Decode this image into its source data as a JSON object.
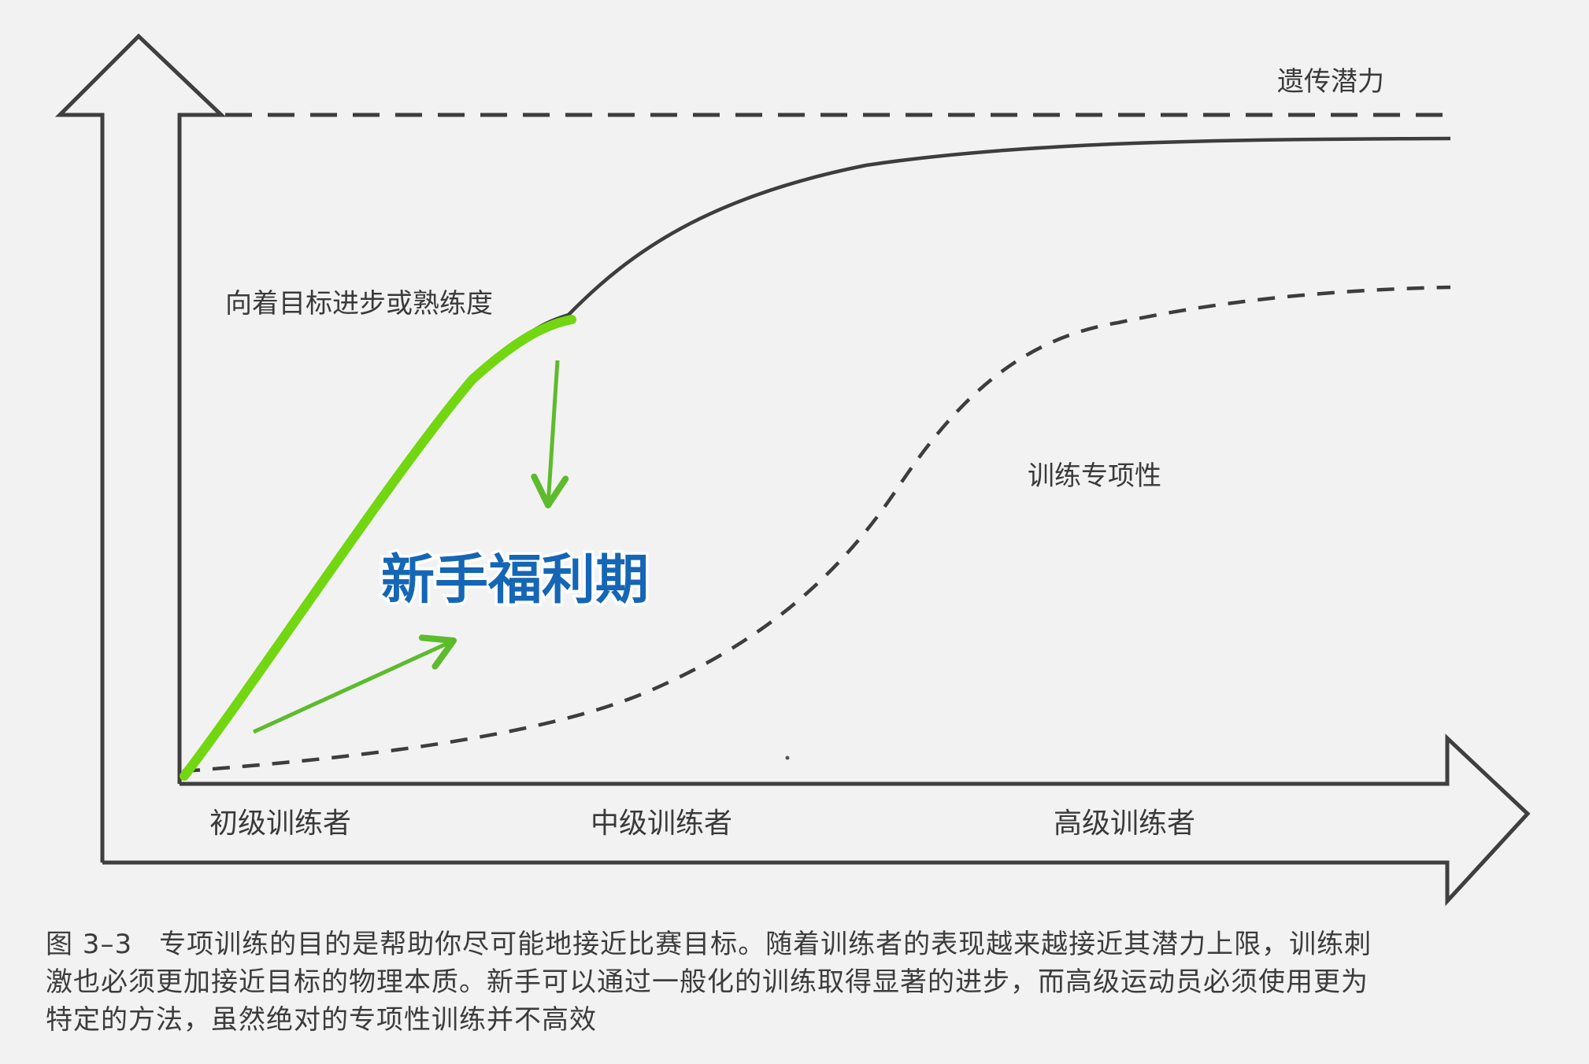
{
  "diagram": {
    "potential_label": "遗传潜力",
    "progress_label": "向着目标进步或熟练度",
    "specificity_label": "训练专项性",
    "highlight_label": "新手福利期",
    "x_categories": [
      "初级训练者",
      "中级训练者",
      "高级训练者"
    ],
    "colors": {
      "highlight": "#72d611",
      "arrow": "#5dbb2c",
      "highlight_text": "#1566b5",
      "line": "#3d3d3d"
    }
  },
  "caption": {
    "number": "图 3–3",
    "line1": "专项训练的目的是帮助你尽可能地接近比赛目标。随着训练者的表现越来越接近其潜力上限，训练刺",
    "line2": "激也必须更加接近目标的物理本质。新手可以通过一般化的训练取得显著的进步，而高级运动员必须使用更为",
    "line3": "特定的方法，虽然绝对的专项性训练并不高效"
  }
}
